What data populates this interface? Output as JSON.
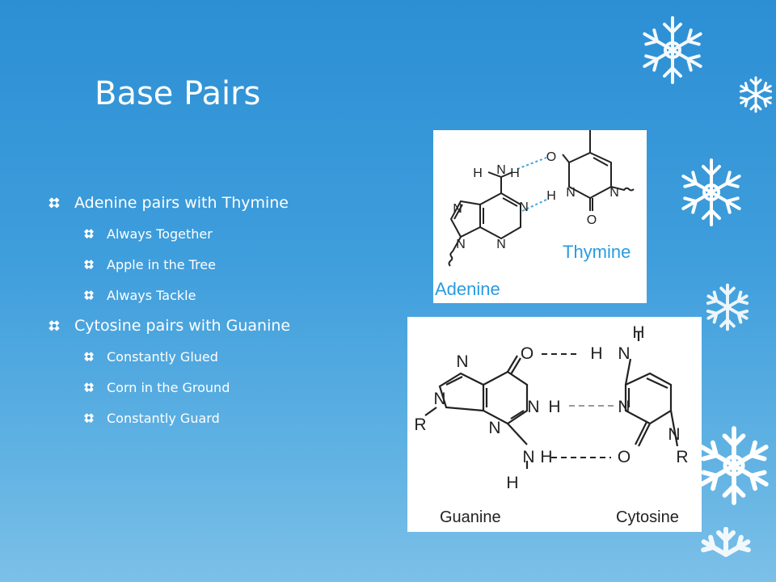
{
  "slide": {
    "title": "Base Pairs",
    "bullets": [
      {
        "text": "Adenine pairs with Thymine",
        "sub": [
          "Always Together",
          "Apple in the Tree",
          "Always Tackle"
        ]
      },
      {
        "text": "Cytosine pairs with Guanine",
        "sub": [
          "Constantly Glued",
          "Corn in the Ground",
          "Constantly Guard"
        ]
      }
    ]
  },
  "figure_at": {
    "left_name": "Adenine",
    "right_name": "Thymine",
    "atoms": {
      "h": "H",
      "n": "N",
      "o": "O"
    }
  },
  "figure_gc": {
    "left_name": "Guanine",
    "right_name": "Cytosine",
    "atoms": {
      "h": "H",
      "n": "N",
      "o": "O",
      "r": "R"
    }
  },
  "colors": {
    "background_top": "#2c8fd4",
    "background_bottom": "#7cc0e8",
    "text": "#ffffff",
    "label_blue": "#2a9be0",
    "hbond_dash": "#3fa3e2"
  },
  "icons": [
    "diamond-bullet-icon",
    "snowflake-icon"
  ]
}
